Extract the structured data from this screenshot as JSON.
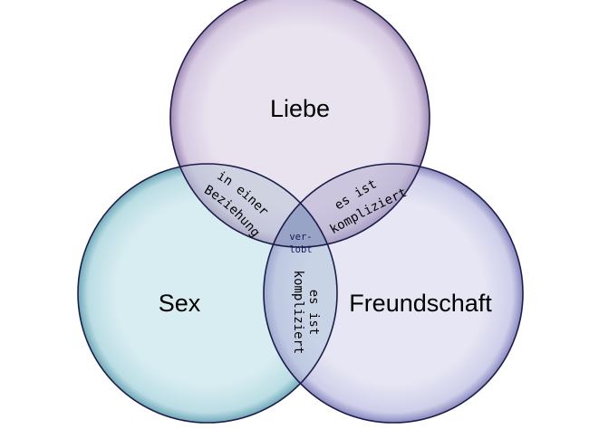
{
  "sets": {
    "liebe": "Liebe",
    "sex": "Sex",
    "freundschaft": "Freundschaft"
  },
  "intersections": {
    "liebe_sex_line1": "in einer",
    "liebe_sex_line2": "Beziehung",
    "liebe_freundschaft_line1": "es ist",
    "liebe_freundschaft_line2": "kompliziert",
    "sex_freundschaft_line1": "es ist",
    "sex_freundschaft_line2": "kompliziert",
    "center_line1": "ver-",
    "center_line2": "lobt"
  },
  "colors": {
    "liebe_fill": "#e4dcec",
    "sex_fill": "#d2eaf0",
    "freundschaft_fill": "#e1e1f2",
    "outline": "#1c1c4a"
  }
}
